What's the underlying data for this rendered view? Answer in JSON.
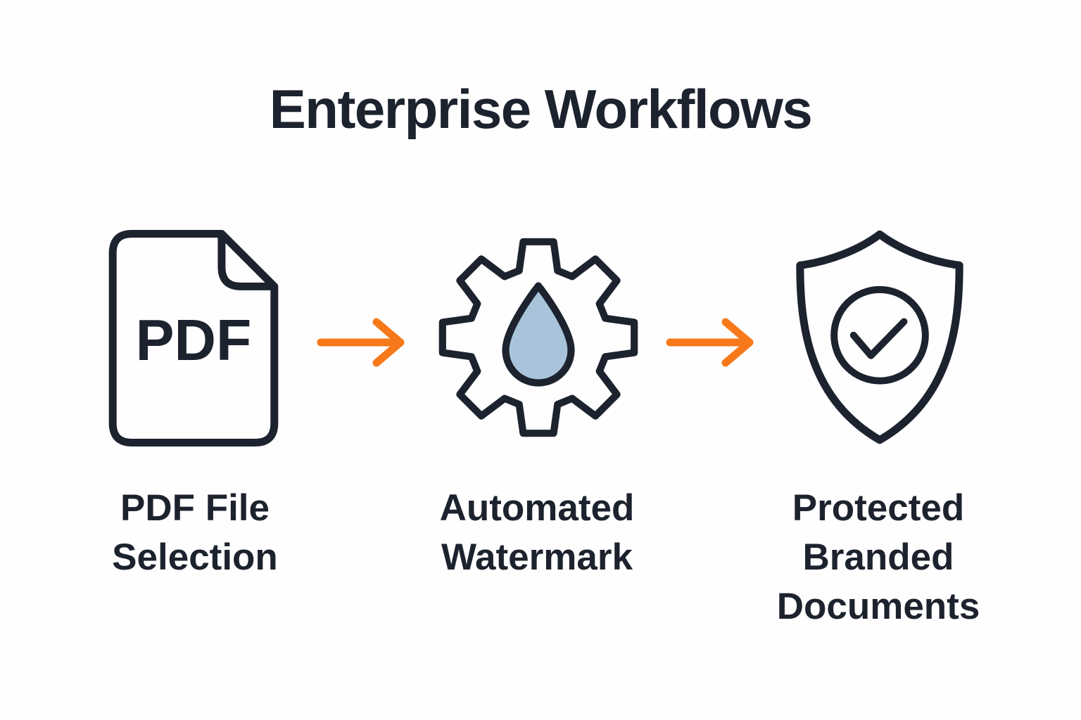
{
  "title": "Enterprise Workflows",
  "colors": {
    "ink": "#1C232E",
    "accent_orange": "#F7791A",
    "watermark_blue": "#A9C4DA",
    "background": "#FFFEFE"
  },
  "steps": [
    {
      "id": "pdf-file-selection",
      "label": "PDF File\nSelection",
      "icon": "pdf-document-icon",
      "icon_text": "PDF"
    },
    {
      "id": "automated-watermark",
      "label": "Automated\nWatermark",
      "icon": "gear-water-drop-icon"
    },
    {
      "id": "protected-branded-documents",
      "label": "Protected\nBranded\nDocuments",
      "icon": "shield-check-icon"
    }
  ],
  "connectors": [
    {
      "icon": "arrow-right-icon"
    },
    {
      "icon": "arrow-right-icon"
    }
  ]
}
